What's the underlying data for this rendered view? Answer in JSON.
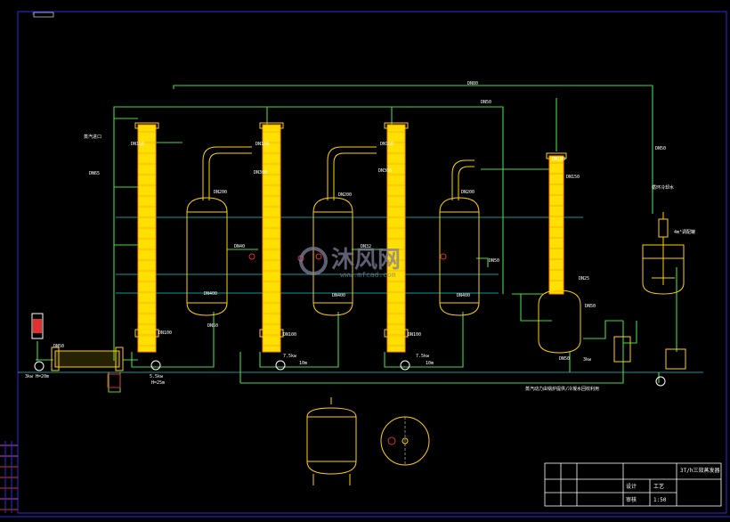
{
  "colors": {
    "background": "#000000",
    "frame": "#2b2bd8",
    "pipe": "#49d849",
    "vessel_outline": "#ffd200",
    "column": "#ffe000",
    "column_ribs": "#ff8800",
    "cyan_line": "#1ec9c9",
    "text": "#ffffff",
    "watermark": "#7f7f9a",
    "red": "#e03030",
    "magenta": "#d040d0"
  },
  "labels": {
    "top_line_1": "DN80",
    "top_line_2": "DN50",
    "top_right": "DN50",
    "right_vert": "循环冷却水",
    "dn150_1": "DN150",
    "dn150_2": "DN150",
    "dn150_3": "DN150",
    "dn150_4": "DN150",
    "dn100_1": "DN100",
    "dn100_2": "DN100",
    "dn100_3": "DN100",
    "dn100_4": "DN100",
    "dn200_1": "DN200",
    "dn200_2": "DN200",
    "dn200_3": "DN200",
    "dn300_1": "DN300",
    "dn300_2": "DN300",
    "dn400_1": "DN400",
    "dn400_2": "DN400",
    "dn400_3": "DN400",
    "dn50_1": "DN50",
    "dn50_2": "DN50",
    "dn50_3": "DN50",
    "dn50_4": "DN50",
    "dn50_5": "DN50",
    "dn65": "DN65",
    "dn40": "DN40",
    "dn32": "DN32",
    "dn25": "DN25",
    "pump_1": "5.5kw",
    "pump_1b": "H=25m",
    "pump_2": "7.5kw",
    "pump_2b": "10m",
    "pump_3": "7.5kw",
    "pump_3b": "10m",
    "pump_4": "3kw",
    "pump_0": "3kw H=20m",
    "tank_label": "4m³调配罐",
    "note": "蒸汽动力由锅炉提供/冷凝水回收利用",
    "steam_in": "蒸汽进口",
    "title_block": {
      "title": "3T/h三效蒸发器",
      "row1a": "设计",
      "row1b": "工艺",
      "row2": "审核",
      "scale": "1:50"
    },
    "watermark_main": "沐风网",
    "watermark_sub": "www.mfcad.com"
  }
}
